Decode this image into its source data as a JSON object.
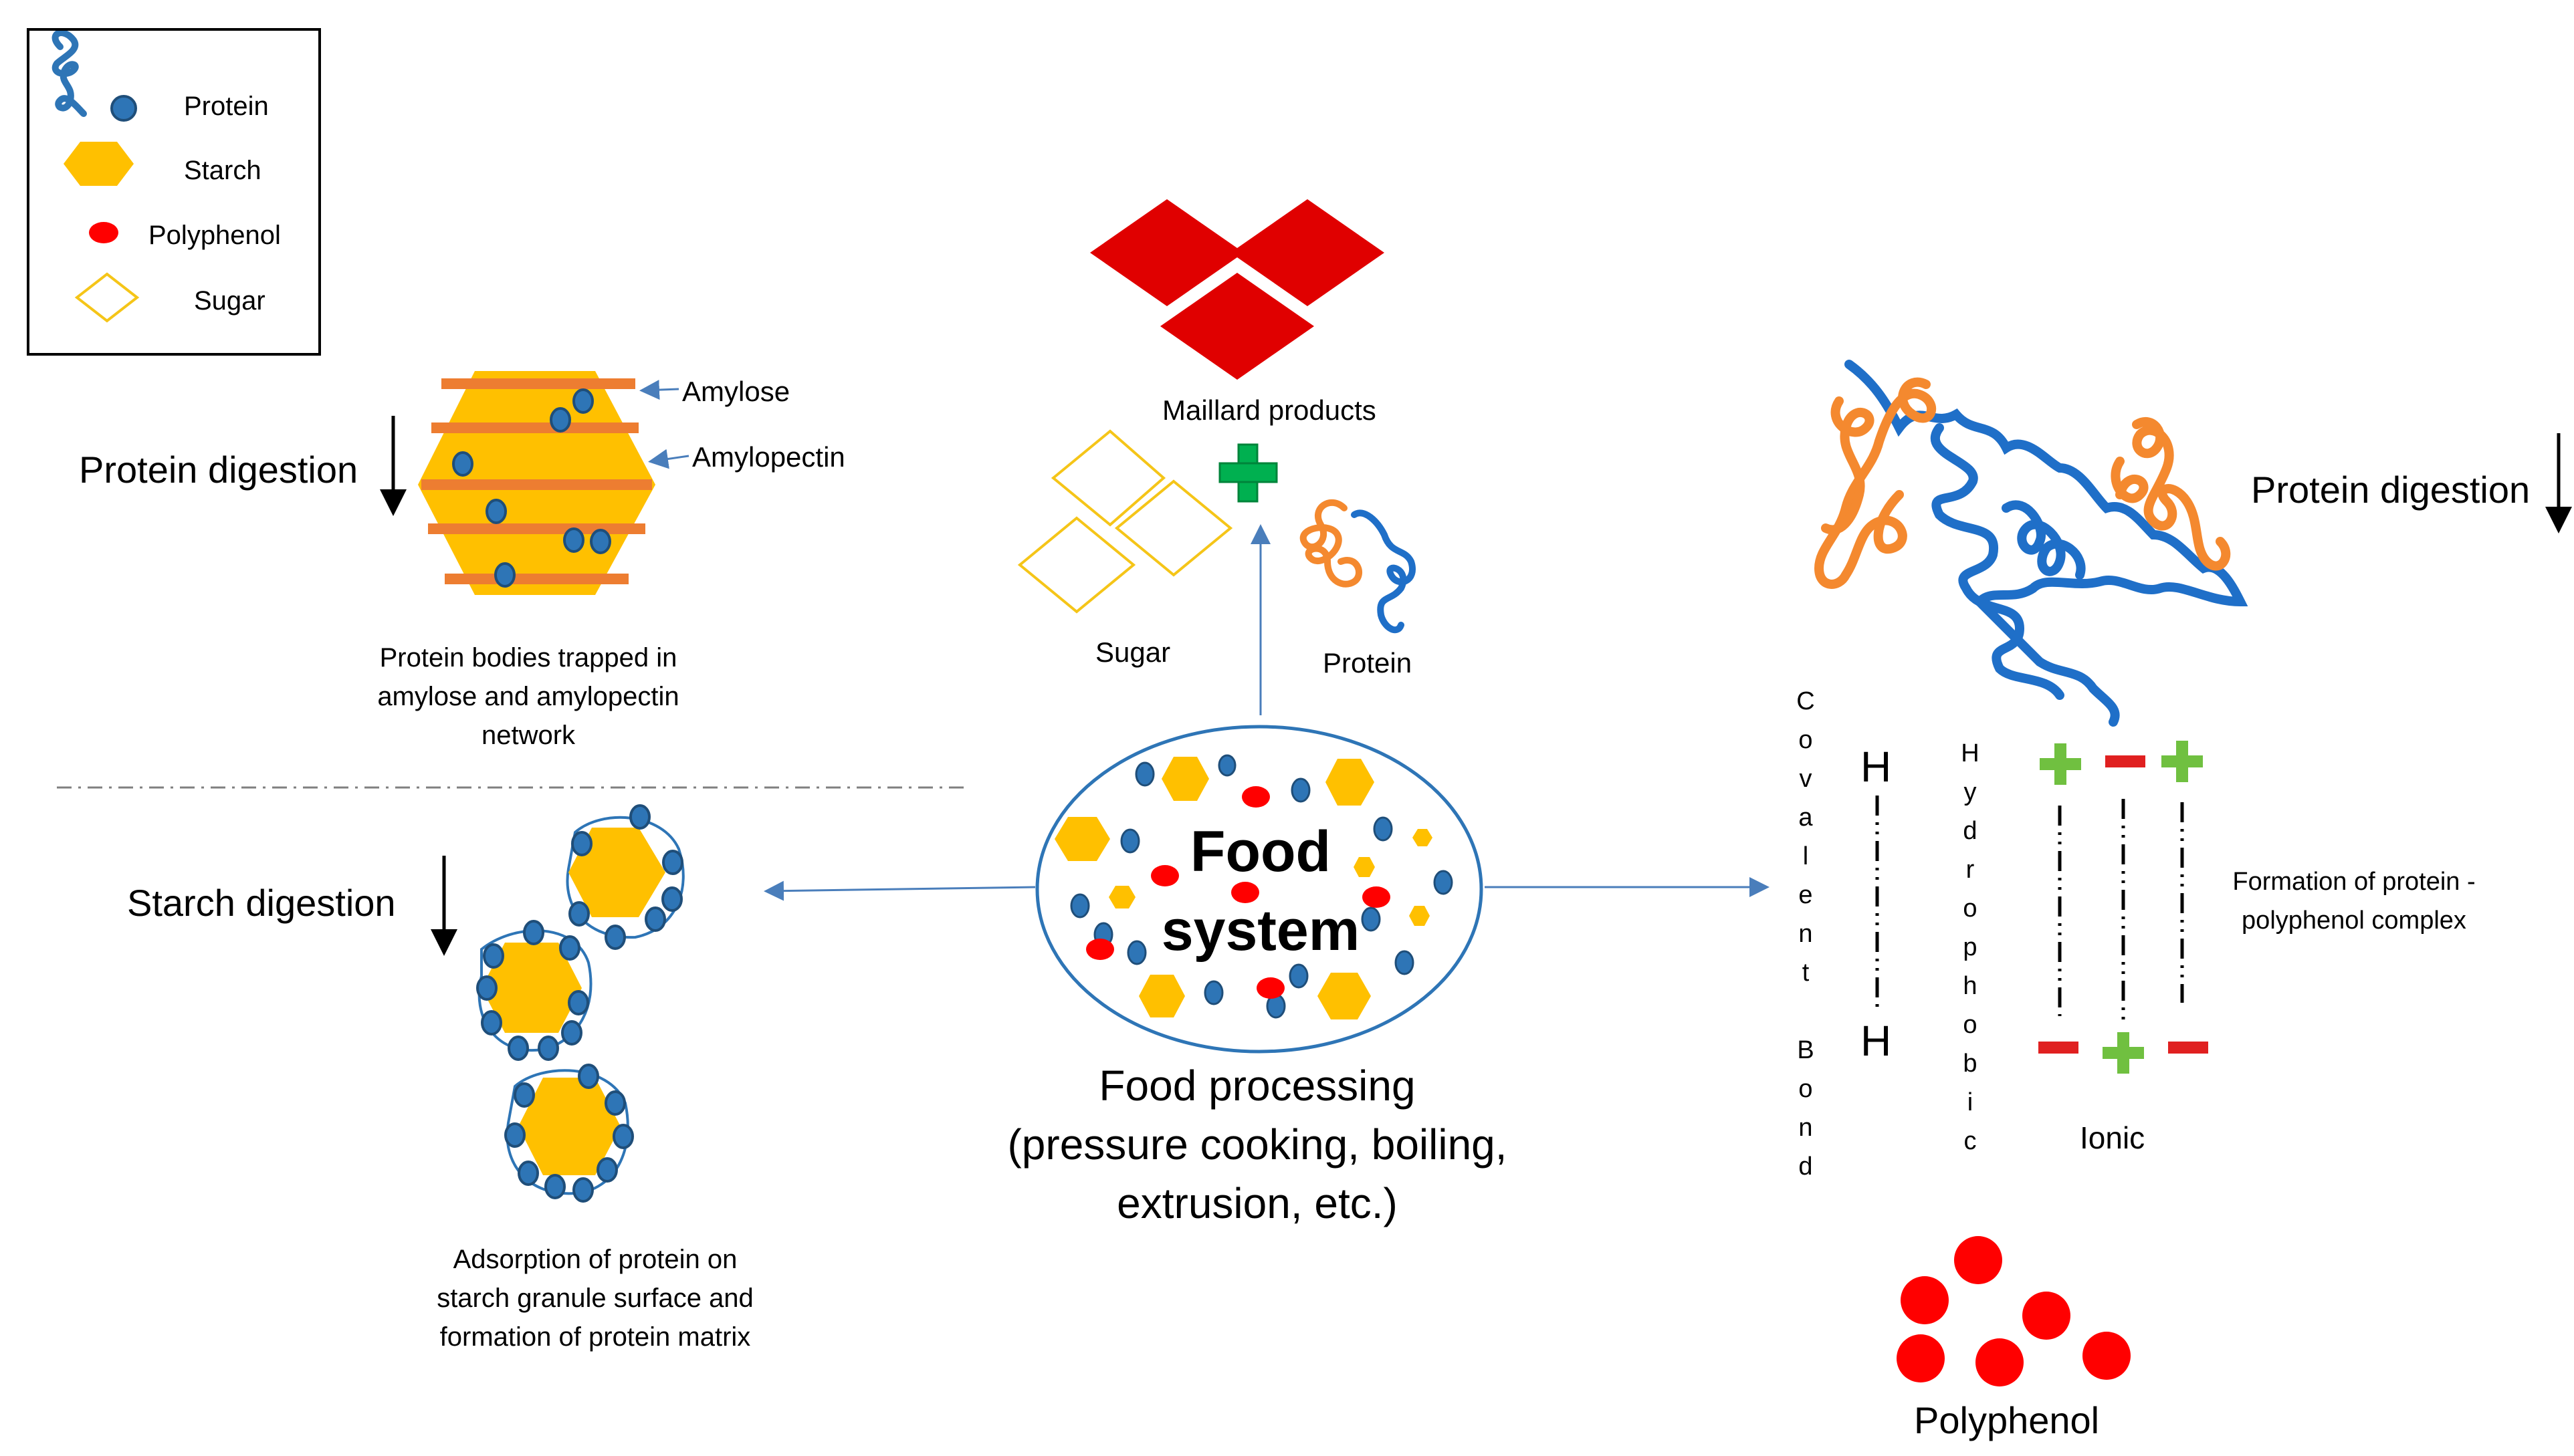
{
  "legend": {
    "protein": "Protein",
    "starch": "Starch",
    "polyphenol": "Polyphenol",
    "sugar": "Sugar"
  },
  "top_left": {
    "protein_digestion": "Protein digestion",
    "amylose": "Amylose",
    "amylopectin": "Amylopectin",
    "caption": "Protein bodies trapped in amylose and amylopectin network"
  },
  "bottom_left": {
    "starch_digestion": "Starch digestion",
    "caption": "Adsorption of protein on starch granule surface and formation of protein matrix"
  },
  "center": {
    "maillard": "Maillard products",
    "sugar": "Sugar",
    "protein": "Protein",
    "food_system": "Food system",
    "food_processing": "Food processing",
    "processing_methods": "(pressure cooking, boiling, extrusion, etc.)"
  },
  "right": {
    "protein_digestion": "Protein digestion",
    "covalent_bond": "Covalent Bond",
    "hydrophobic": "Hydrophobic",
    "ionic": "Ionic",
    "complex_caption": "Formation of protein - polyphenol complex",
    "polyphenol": "Polyphenol",
    "h_top": "H",
    "h_bottom": "H"
  },
  "colors": {
    "starch": "#FFC000",
    "starch_band": "#ED7D31",
    "protein": "#2E75B6",
    "protein_dark": "#1F4E79",
    "polyphenol": "#FF0000",
    "maillard": "#E00000",
    "sugar_outline": "#F5C518",
    "plus": "#70C040",
    "minus": "#E02020",
    "orange_protein": "#F4892F",
    "blue_protein": "#1F6FC8",
    "arrow": "#4A7EBB"
  }
}
